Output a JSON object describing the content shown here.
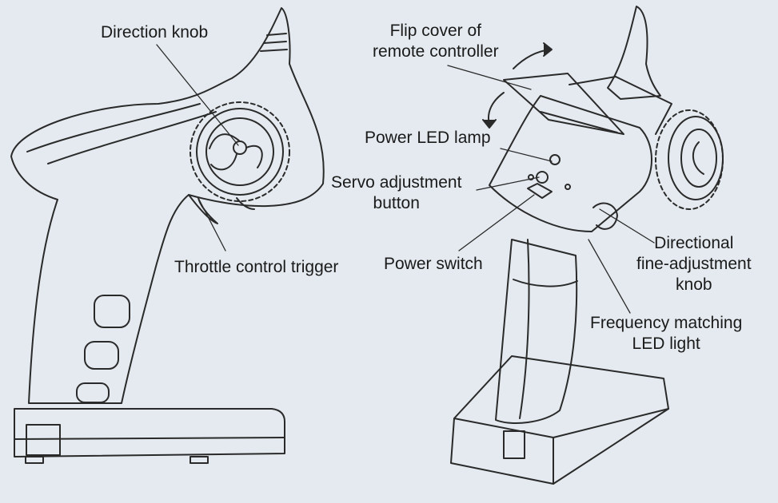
{
  "labels": {
    "direction_knob": "Direction knob",
    "throttle_trigger": "Throttle control trigger",
    "flip_cover_line1": "Flip cover of",
    "flip_cover_line2": "remote controller",
    "power_led": "Power LED lamp",
    "servo_line1": "Servo adjustment",
    "servo_line2": "button",
    "power_switch": "Power switch",
    "fine_adj_line1": "Directional",
    "fine_adj_line2": "fine-adjustment",
    "fine_adj_line3": "knob",
    "freq_line1": "Frequency matching",
    "freq_line2": "LED light"
  },
  "colors": {
    "background": "#e4eaef",
    "line": "#2a2a2a",
    "text": "#1a1a1a"
  }
}
